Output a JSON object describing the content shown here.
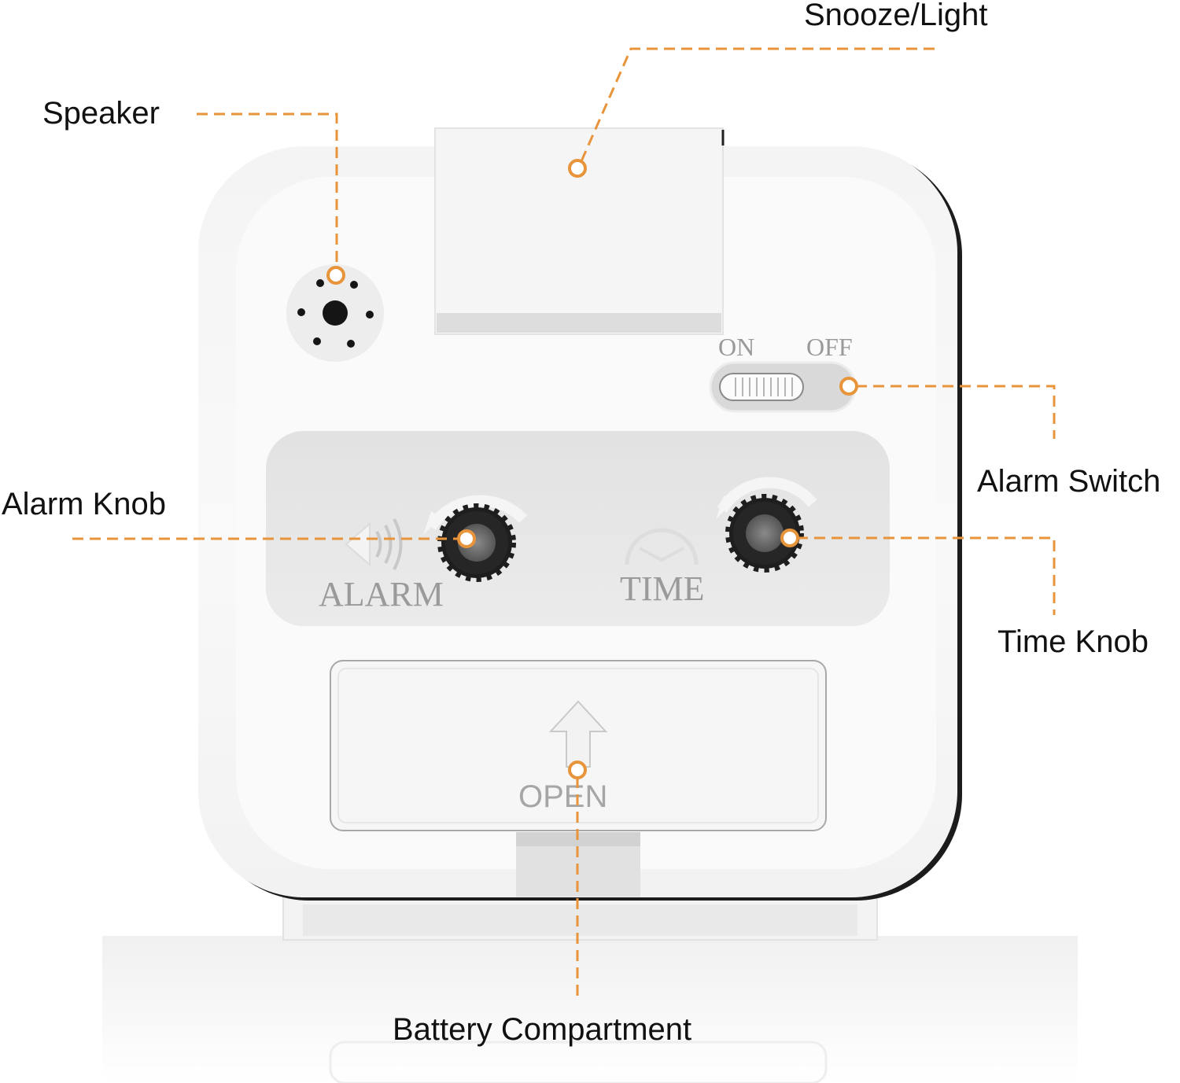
{
  "callouts": {
    "snooze_light": "Snooze/Light",
    "speaker": "Speaker",
    "alarm_switch": "Alarm Switch",
    "alarm_knob": "Alarm Knob",
    "time_knob": "Time Knob",
    "battery_compartment": "Battery Compartment"
  },
  "device": {
    "switch_on": "ON",
    "switch_off": "OFF",
    "alarm": "ALARM",
    "time": "TIME",
    "open": "OPEN"
  },
  "colors": {
    "callout_line": "#e8943a",
    "device_body": "#ffffff",
    "panel": "#e6e6e6",
    "knob": "#1e1e1e"
  }
}
